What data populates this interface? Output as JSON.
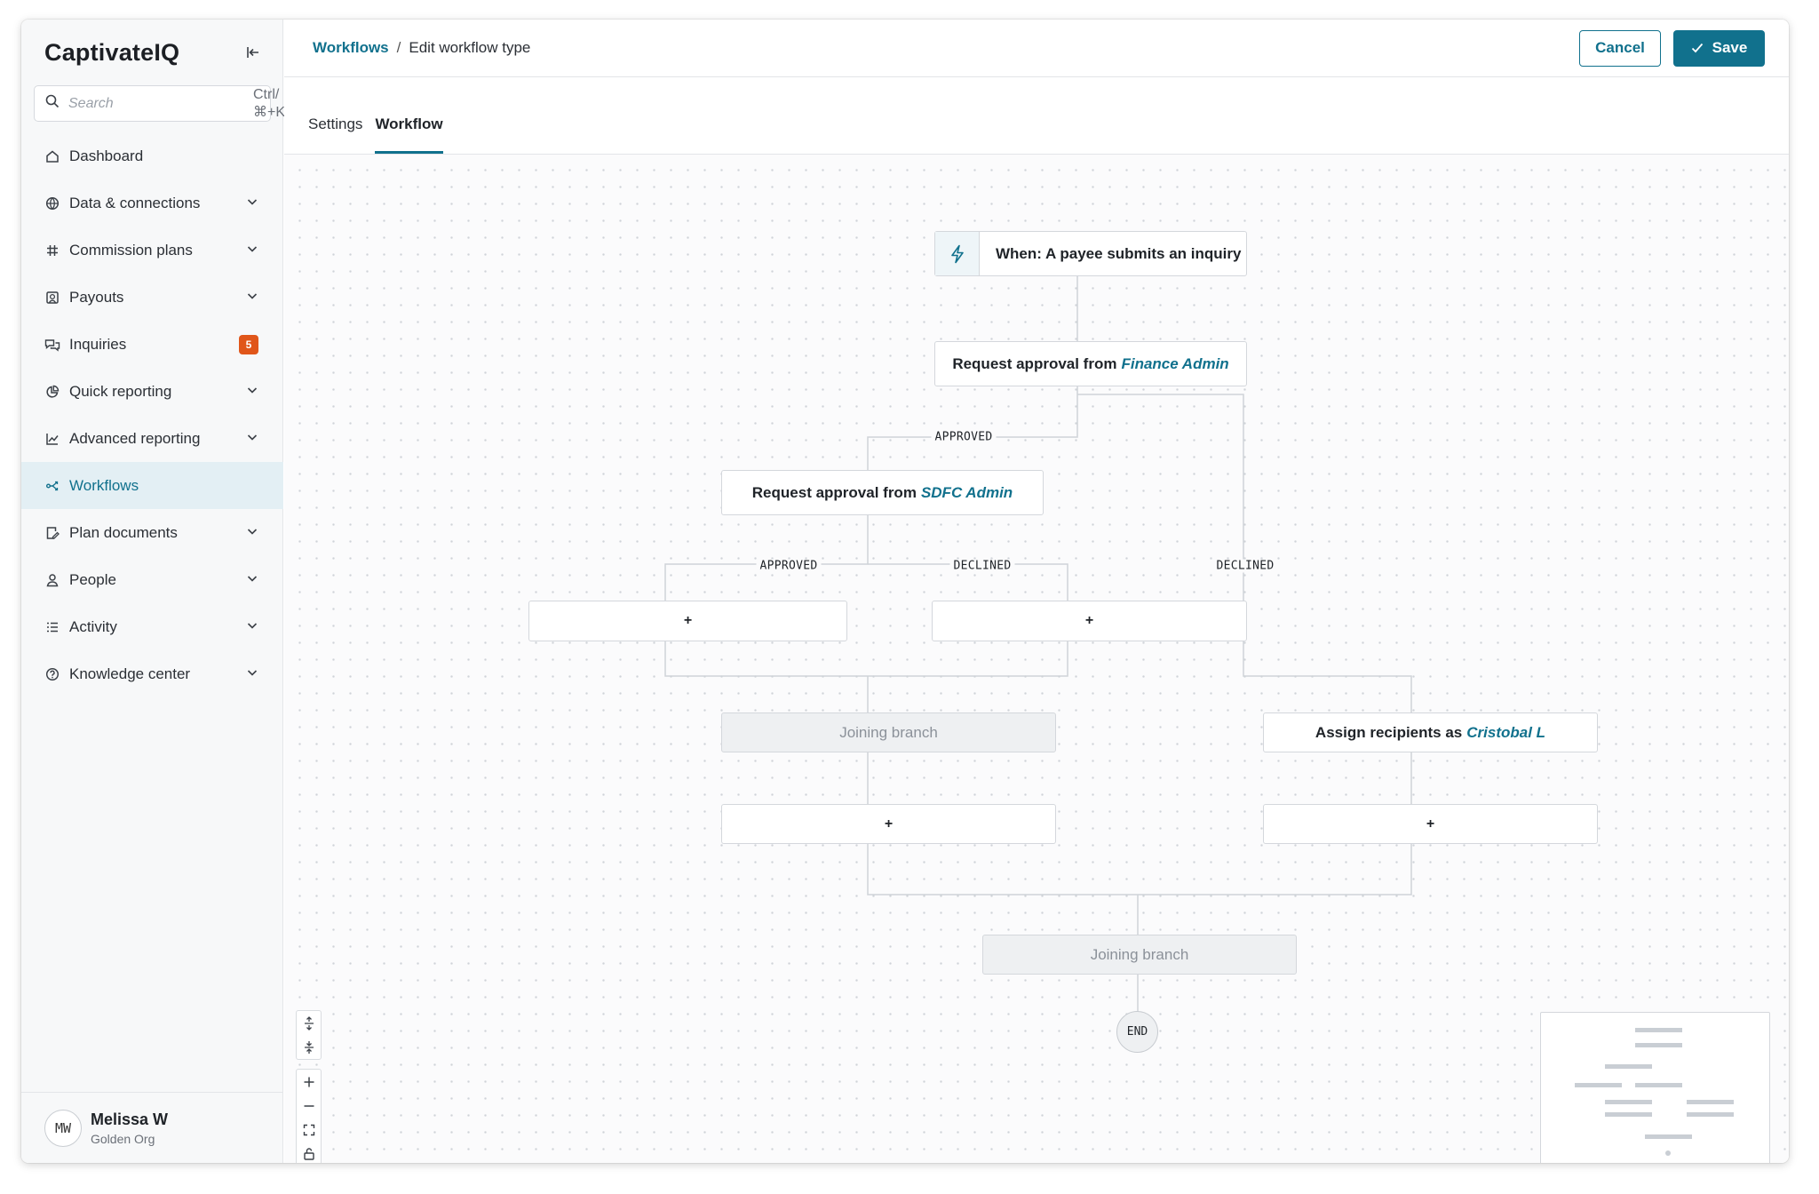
{
  "app": {
    "logo": "CaptivateIQ"
  },
  "search": {
    "placeholder": "Search",
    "shortcut": "Ctrl/⌘+K"
  },
  "sidebar": {
    "items": [
      {
        "label": "Dashboard",
        "icon": "home-icon",
        "chevron": false
      },
      {
        "label": "Data & connections",
        "icon": "globe-icon",
        "chevron": true
      },
      {
        "label": "Commission plans",
        "icon": "hash-icon",
        "chevron": true
      },
      {
        "label": "Payouts",
        "icon": "payouts-icon",
        "chevron": true
      },
      {
        "label": "Inquiries",
        "icon": "chat-icon",
        "chevron": false,
        "badge": "5"
      },
      {
        "label": "Quick reporting",
        "icon": "pie-chart-icon",
        "chevron": true
      },
      {
        "label": "Advanced reporting",
        "icon": "line-chart-icon",
        "chevron": true
      },
      {
        "label": "Workflows",
        "icon": "workflow-icon",
        "chevron": false,
        "active": true
      },
      {
        "label": "Plan documents",
        "icon": "document-edit-icon",
        "chevron": true
      },
      {
        "label": "People",
        "icon": "person-icon",
        "chevron": true
      },
      {
        "label": "Activity",
        "icon": "list-icon",
        "chevron": true
      },
      {
        "label": "Knowledge center",
        "icon": "help-circle-icon",
        "chevron": true
      }
    ]
  },
  "user": {
    "initials": "MW",
    "name": "Melissa W",
    "org": "Golden Org"
  },
  "header": {
    "breadcrumb_link": "Workflows",
    "breadcrumb_sep": "/",
    "breadcrumb_current": "Edit workflow type",
    "cancel_label": "Cancel",
    "save_label": "Save"
  },
  "tabs": [
    {
      "label": "Settings",
      "active": false
    },
    {
      "label": "Workflow",
      "active": true
    }
  ],
  "accent_color": "#11718d",
  "badge_color": "#e0561a",
  "workflow": {
    "trigger": {
      "text": "When: A payee submits an inquiry",
      "icon": "lightning-icon"
    },
    "approval_1": {
      "prefix": "Request approval from",
      "ref": "Finance Admin"
    },
    "approval_2": {
      "prefix": "Request approval from",
      "ref": "SDFC Admin"
    },
    "assign": {
      "prefix": "Assign recipients as",
      "ref": "Cristobal L"
    },
    "labels": {
      "approved": "APPROVED",
      "declined": "DECLINED"
    },
    "add_symbol": "+",
    "join_label": "Joining branch",
    "end_label": "END"
  },
  "zoom_controls": [
    "expand-vertical-icon",
    "collapse-vertical-icon",
    "zoom-in-icon",
    "zoom-out-icon",
    "fit-view-icon",
    "lock-icon"
  ]
}
